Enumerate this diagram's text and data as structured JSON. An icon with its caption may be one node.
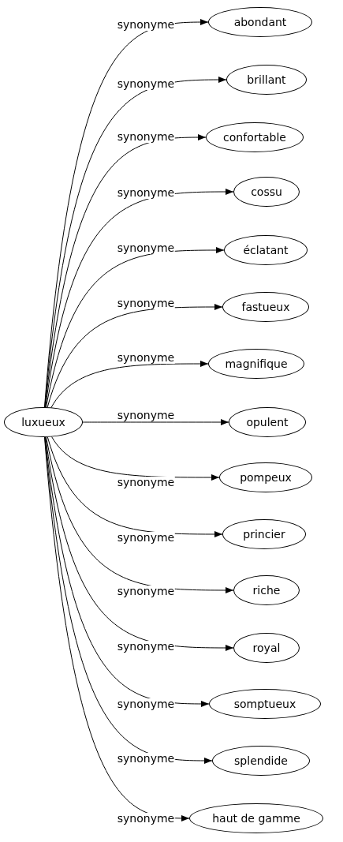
{
  "diagram": {
    "nodes": [
      {
        "text": [
          "luxueux"
        ]
      },
      {
        "text": [
          "abondant"
        ]
      },
      {
        "text": [
          "brillant"
        ]
      },
      {
        "text": [
          "confortable"
        ]
      },
      {
        "text": [
          "cossu"
        ]
      },
      {
        "text": [
          "éclatant"
        ]
      },
      {
        "text": [
          "fastueux"
        ]
      },
      {
        "text": [
          "magnifique"
        ]
      },
      {
        "text": [
          "opulent"
        ]
      },
      {
        "text": [
          "pompeux"
        ]
      },
      {
        "text": [
          "princier"
        ]
      },
      {
        "text": [
          "riche"
        ]
      },
      {
        "text": [
          "royal"
        ]
      },
      {
        "text": [
          "somptueux"
        ]
      },
      {
        "text": [
          "splendide"
        ]
      },
      {
        "text": [
          "haut de gamme"
        ]
      }
    ],
    "edges": [
      {
        "from": 0,
        "to": 1,
        "arrow": "to",
        "label": "synonyme"
      },
      {
        "from": 0,
        "to": 2,
        "arrow": "to",
        "label": "synonyme"
      },
      {
        "from": 0,
        "to": 3,
        "arrow": "to",
        "label": "synonyme"
      },
      {
        "from": 0,
        "to": 4,
        "arrow": "to",
        "label": "synonyme"
      },
      {
        "from": 0,
        "to": 5,
        "arrow": "to",
        "label": "synonyme"
      },
      {
        "from": 0,
        "to": 6,
        "arrow": "to",
        "label": "synonyme"
      },
      {
        "from": 0,
        "to": 7,
        "arrow": "to",
        "label": "synonyme"
      },
      {
        "from": 0,
        "to": 8,
        "arrow": "to",
        "label": "synonyme"
      },
      {
        "from": 0,
        "to": 9,
        "arrow": "to",
        "label": "synonyme"
      },
      {
        "from": 0,
        "to": 10,
        "arrow": "to",
        "label": "synonyme"
      },
      {
        "from": 0,
        "to": 11,
        "arrow": "to",
        "label": "synonyme"
      },
      {
        "from": 0,
        "to": 12,
        "arrow": "to",
        "label": "synonyme"
      },
      {
        "from": 0,
        "to": 13,
        "arrow": "to",
        "label": "synonyme"
      },
      {
        "from": 0,
        "to": 14,
        "arrow": "to",
        "label": "synonyme"
      },
      {
        "from": 0,
        "to": 15,
        "arrow": "to",
        "label": "synonyme"
      }
    ]
  }
}
